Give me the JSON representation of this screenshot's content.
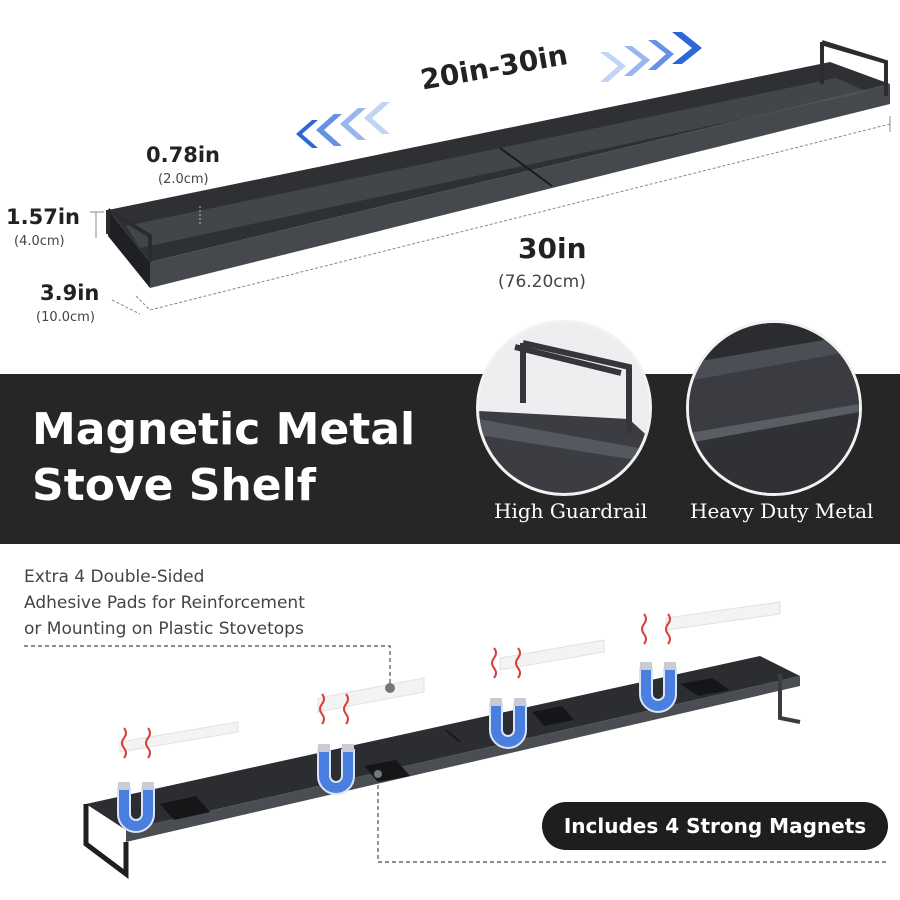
{
  "dimensions": {
    "range": "20in-30in",
    "lip_height": "0.78in",
    "lip_height_metric": "(2.0cm)",
    "rail_height": "1.57in",
    "rail_height_metric": "(4.0cm)",
    "depth": "3.9in",
    "depth_metric": "(10.0cm)",
    "length": "30in",
    "length_metric": "(76.20cm)"
  },
  "headline": {
    "line1": "Magnetic Metal",
    "line2": "Stove Shelf"
  },
  "features": [
    {
      "label": "High Guardrail"
    },
    {
      "label": "Heavy Duty Metal"
    }
  ],
  "accessories": {
    "note_line1": "Extra 4 Double-Sided",
    "note_line2": "Adhesive Pads for Reinforcement",
    "note_line3": "or Mounting on Plastic  Stovetops",
    "magnets_badge": "Includes 4 Strong Magnets"
  },
  "colors": {
    "arrow_blue": "#3b6fd8",
    "banner_bg": "#262626",
    "shelf": "#3a3c40",
    "magnet_blue": "#4a7fe0",
    "heat_red": "#d64040"
  }
}
